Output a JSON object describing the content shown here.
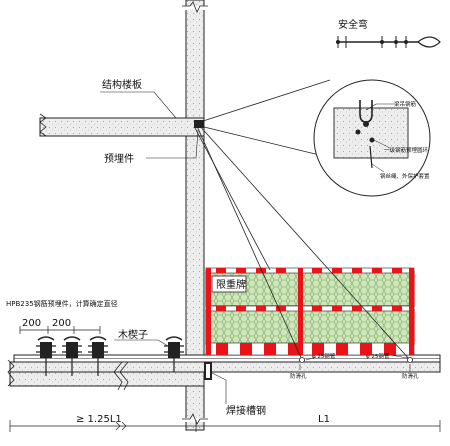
{
  "labels": {
    "floor_slab": "结构楼板",
    "embedded_part": "预埋件",
    "safety_hook": "安全弯",
    "hpb235": "HPB235钢筋预埋件，计算确定直径",
    "dim_200_a": "200",
    "dim_200_b": "200",
    "wood_wedge": "木楔子",
    "weld_channel": "焊接槽钢",
    "load_limit_sign": "限重牌",
    "dim_left": "≥ 1.25L1",
    "dim_right": "L1",
    "anti_slip_1": "防滑孔",
    "anti_slip_2": "防滑孔",
    "steel_pipe_1": "φ 25钢管",
    "steel_pipe_2": "φ 25钢管",
    "detail_top": "梁吊钢筋",
    "detail_mid": "一级钢筋预埋圆环",
    "detail_bottom": "钢丝绳、外保护套置"
  },
  "colors": {
    "railing_red": "#e8141a",
    "mesh_green": "#b9d9a6",
    "concrete": "#ececec"
  }
}
